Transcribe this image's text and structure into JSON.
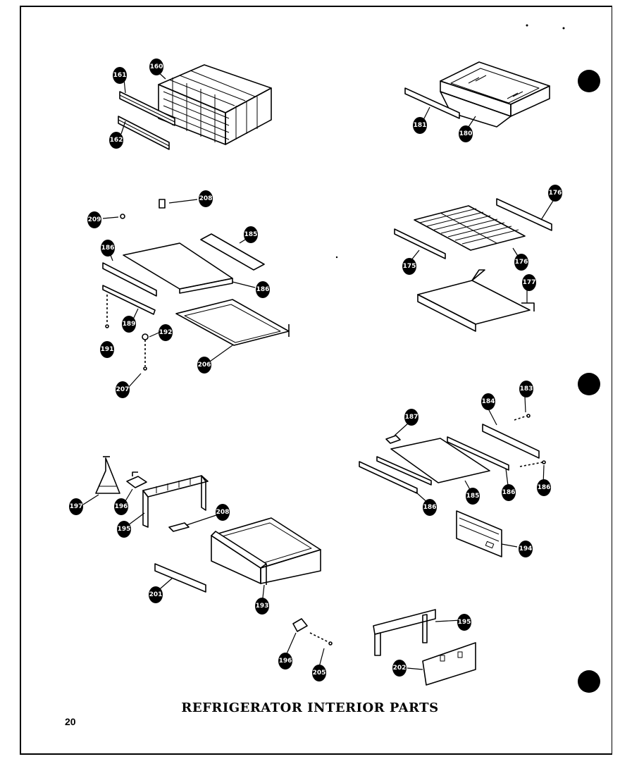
{
  "page": {
    "title": "REFRIGERATOR INTERIOR PARTS",
    "page_number": "20"
  },
  "callouts": [
    "161",
    "162",
    "160",
    "181",
    "180",
    "208",
    "209",
    "185",
    "186",
    "186",
    "189",
    "191",
    "192",
    "206",
    "207",
    "176",
    "175",
    "176",
    "177",
    "183",
    "184",
    "187",
    "186",
    "185",
    "186",
    "186",
    "197",
    "196",
    "195",
    "208",
    "201",
    "193",
    "194",
    "196",
    "205",
    "195",
    "202"
  ],
  "colors": {
    "ink": "#000000",
    "paper": "#ffffff"
  }
}
